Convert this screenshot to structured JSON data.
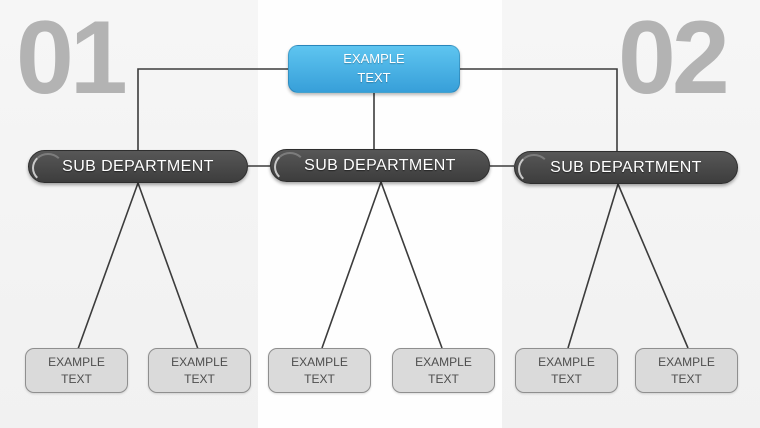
{
  "slide": {
    "section_markers": [
      {
        "number": "01"
      },
      {
        "number": "02"
      }
    ],
    "org_chart": {
      "root": {
        "label": "EXAMPLE\nTEXT"
      },
      "sub_departments": [
        {
          "label": "SUB DEPARTMENT",
          "children": [
            {
              "label": "EXAMPLE\nTEXT"
            },
            {
              "label": "EXAMPLE\nTEXT"
            }
          ]
        },
        {
          "label": "SUB DEPARTMENT",
          "children": [
            {
              "label": "EXAMPLE\nTEXT"
            },
            {
              "label": "EXAMPLE\nTEXT"
            }
          ]
        },
        {
          "label": "SUB DEPARTMENT",
          "children": [
            {
              "label": "EXAMPLE\nTEXT"
            },
            {
              "label": "EXAMPLE\nTEXT"
            }
          ]
        }
      ]
    },
    "colors": {
      "root_fill_top": "#5ec5f0",
      "root_fill_bottom": "#379fd9",
      "pill_fill": "#474747",
      "leaf_fill": "#dadada",
      "leaf_border": "#8f8f8f",
      "connector": "#3c3c3c",
      "marker_text": "#b3b3b3",
      "band_gray": "#f3f3f3",
      "band_white": "#fefefe"
    }
  }
}
